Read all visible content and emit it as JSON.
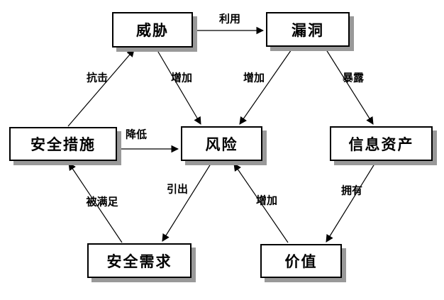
{
  "diagram": {
    "type": "relationship-diagram",
    "colors": {
      "background": "#ffffff",
      "box_fill": "#ffffff",
      "box_border": "#000000",
      "box_shadow": "#999999",
      "line": "#000000",
      "text": "#000000"
    }
  },
  "nodes": {
    "threat": {
      "label": "威胁"
    },
    "vulnerability": {
      "label": "漏洞"
    },
    "security_measures": {
      "label": "安全措施"
    },
    "risk": {
      "label": "风险"
    },
    "information_assets": {
      "label": "信息资产"
    },
    "security_requirements": {
      "label": "安全需求"
    },
    "value": {
      "label": "价值"
    }
  },
  "edges": {
    "exploit": {
      "label": "利用",
      "from": "threat",
      "to": "vulnerability"
    },
    "resist": {
      "label": "抗击",
      "from": "security_measures",
      "to": "threat"
    },
    "increase_risk_by_threat": {
      "label": "增加",
      "from": "threat",
      "to": "risk"
    },
    "increase_risk_by_vulnerability": {
      "label": "增加",
      "from": "vulnerability",
      "to": "risk"
    },
    "expose": {
      "label": "暴露",
      "from": "vulnerability",
      "to": "information_assets"
    },
    "reduce": {
      "label": "降低",
      "from": "security_measures",
      "to": "risk"
    },
    "lead_to": {
      "label": "引出",
      "from": "risk",
      "to": "security_requirements"
    },
    "be_satisfied": {
      "label": "被满足",
      "from": "security_requirements",
      "to": "security_measures"
    },
    "increase_risk_by_value": {
      "label": "增加",
      "from": "value",
      "to": "risk"
    },
    "own": {
      "label": "拥有",
      "from": "information_assets",
      "to": "value"
    }
  }
}
